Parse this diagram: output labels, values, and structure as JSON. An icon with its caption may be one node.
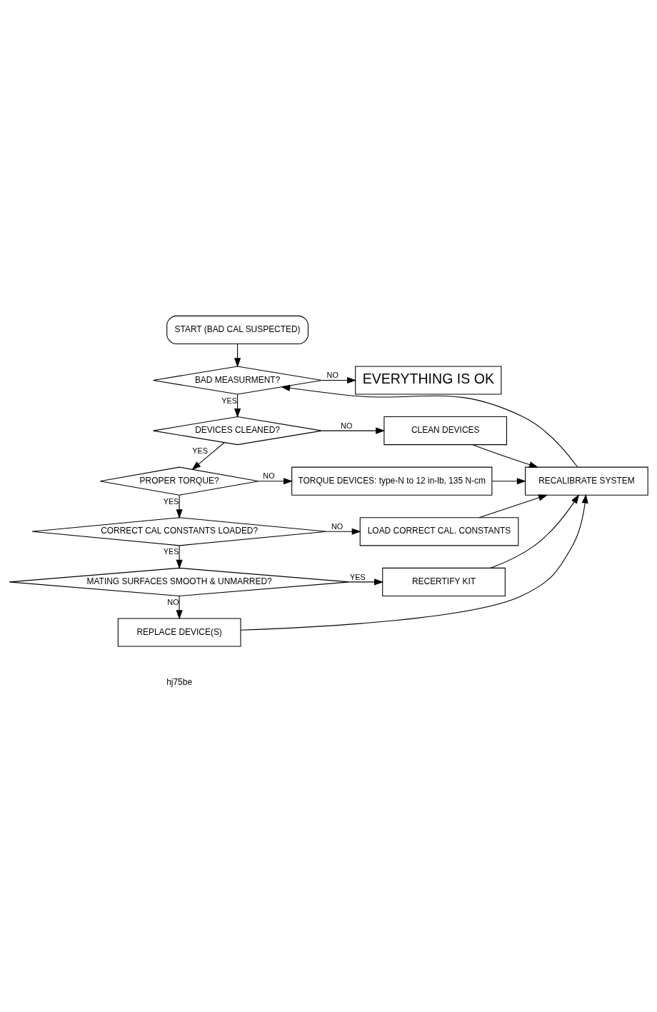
{
  "diagram": {
    "nodes": [
      {
        "text": [
          "START (BAD CAL SUSPECTED)"
        ]
      },
      {
        "text": [
          "BAD MEASURMENT?"
        ]
      },
      {
        "text": [
          "EVERYTHING IS OK"
        ]
      },
      {
        "text": [
          "DEVICES CLEANED?"
        ]
      },
      {
        "text": [
          "CLEAN DEVICES"
        ]
      },
      {
        "text": [
          "PROPER TORQUE?"
        ]
      },
      {
        "text": [
          "TORQUE DEVICES: type-N to 12 in-lb, 135 N-cm"
        ]
      },
      {
        "text": [
          "CORRECT CAL CONSTANTS LOADED?"
        ]
      },
      {
        "text": [
          "LOAD CORRECT CAL. CONSTANTS"
        ]
      },
      {
        "text": [
          "MATING SURFACES SMOOTH & UNMARRED?"
        ]
      },
      {
        "text": [
          "RECERTIFY KIT"
        ]
      },
      {
        "text": [
          "REPLACE DEVICE(S)"
        ]
      },
      {
        "text": [
          "RECALIBRATE SYSTEM"
        ]
      }
    ],
    "edges": [
      {
        "from": 0,
        "to": 1,
        "arrow": "to"
      },
      {
        "from": 1,
        "to": 2,
        "arrow": "to",
        "label": "NO"
      },
      {
        "from": 1,
        "to": 3,
        "arrow": "to",
        "label": "YES"
      },
      {
        "from": 3,
        "to": 4,
        "arrow": "to",
        "label": "NO"
      },
      {
        "from": 3,
        "to": 5,
        "arrow": "to",
        "label": "YES"
      },
      {
        "from": 5,
        "to": 6,
        "arrow": "to",
        "label": "NO"
      },
      {
        "from": 5,
        "to": 7,
        "arrow": "to",
        "label": "YES"
      },
      {
        "from": 7,
        "to": 8,
        "arrow": "to",
        "label": "NO"
      },
      {
        "from": 7,
        "to": 9,
        "arrow": "to",
        "label": "YES"
      },
      {
        "from": 9,
        "to": 10,
        "arrow": "to",
        "label": "YES"
      },
      {
        "from": 9,
        "to": 11,
        "arrow": "to",
        "label": "NO"
      },
      {
        "from": 4,
        "to": 12,
        "arrow": "to"
      },
      {
        "from": 6,
        "to": 12,
        "arrow": "to"
      },
      {
        "from": 8,
        "to": 12,
        "arrow": "to"
      },
      {
        "from": 10,
        "to": 12,
        "arrow": "to"
      },
      {
        "from": 11,
        "to": 12,
        "arrow": "to"
      },
      {
        "from": 12,
        "to": 1,
        "arrow": "to"
      }
    ],
    "labels": [
      "hj75be"
    ]
  }
}
